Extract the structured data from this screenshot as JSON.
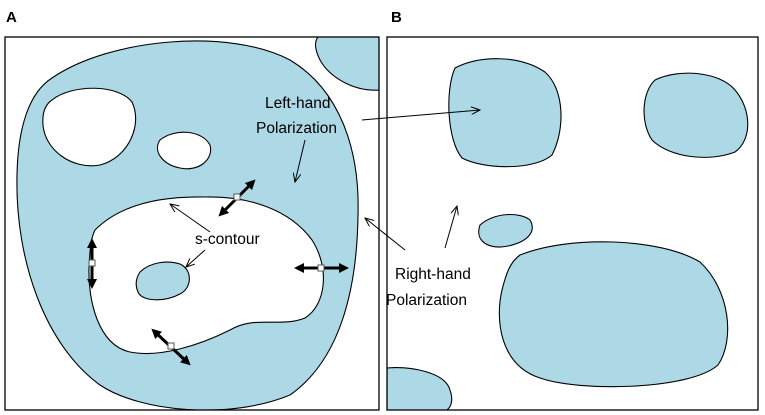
{
  "panels": {
    "a_label": "A",
    "b_label": "B"
  },
  "annotations": {
    "left_hand_line1": "Left-hand",
    "left_hand_line2": "Polarization",
    "s_contour": "s-contour",
    "right_hand_line1": "Right-hand",
    "right_hand_line2": "Polarization"
  },
  "colors": {
    "region_fill": "#add8e6",
    "outline": "#000000",
    "background": "#ffffff"
  }
}
